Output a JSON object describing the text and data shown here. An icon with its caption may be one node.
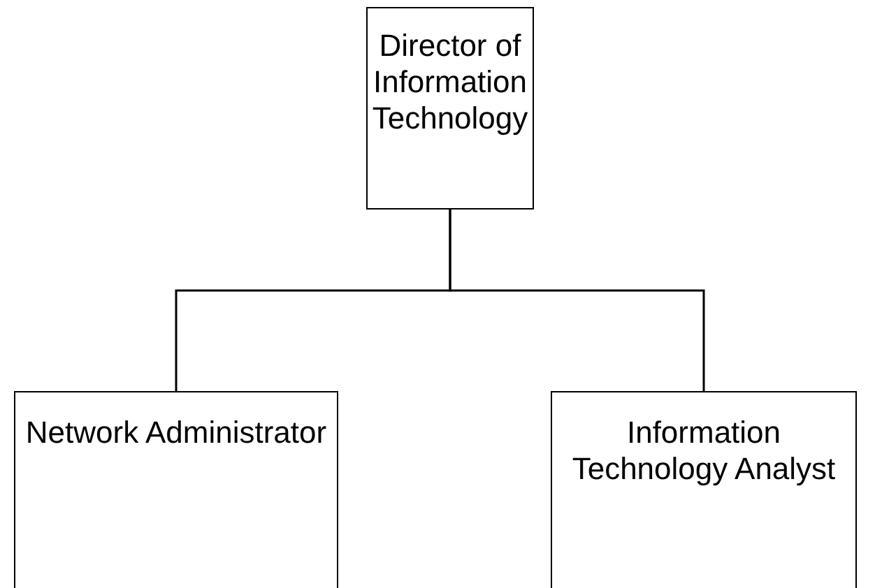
{
  "diagram": {
    "nodes": [
      {
        "text": [
          "Director of Information Technology"
        ]
      },
      {
        "text": [
          "Network Administrator"
        ]
      },
      {
        "text": [
          "Information Technology Analyst"
        ]
      }
    ],
    "edges": [
      {
        "from": 0,
        "to": 1,
        "arrow": "none"
      },
      {
        "from": 0,
        "to": 2,
        "arrow": "none"
      }
    ]
  }
}
